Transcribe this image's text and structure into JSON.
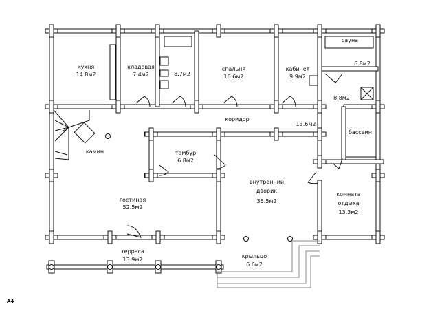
{
  "sheet_label": "A4",
  "rooms": {
    "kitchen": {
      "name": "кухня",
      "area": "14.8м2"
    },
    "pantry": {
      "name": "кладовая",
      "area": "7.4м2"
    },
    "bathroom": {
      "area": "8.7м2"
    },
    "bedroom": {
      "name": "спальня",
      "area": "16.6м2"
    },
    "study": {
      "name": "кабинет",
      "area": "9.9м2"
    },
    "sauna": {
      "name": "сауна",
      "area": "6.8м2"
    },
    "shower": {
      "area": "8.8м2"
    },
    "corridor": {
      "name": "коридор",
      "area": "13.6м2"
    },
    "pool": {
      "name": "бассеин"
    },
    "fireplace": {
      "name": "камин"
    },
    "vestibule": {
      "name": "тамбур",
      "area": "6.8м2"
    },
    "courtyard": {
      "name1": "внутренний",
      "name2": "дворик",
      "area": "35.5м2"
    },
    "living": {
      "name": "гостиная",
      "area": "52.5м2"
    },
    "lounge": {
      "name1": "комната",
      "name2": "отдыха",
      "area": "13.3м2"
    },
    "terrace": {
      "name": "терраса",
      "area": "13.9м2"
    },
    "porch": {
      "name": "крыльцо",
      "area": "6.6м2"
    }
  }
}
